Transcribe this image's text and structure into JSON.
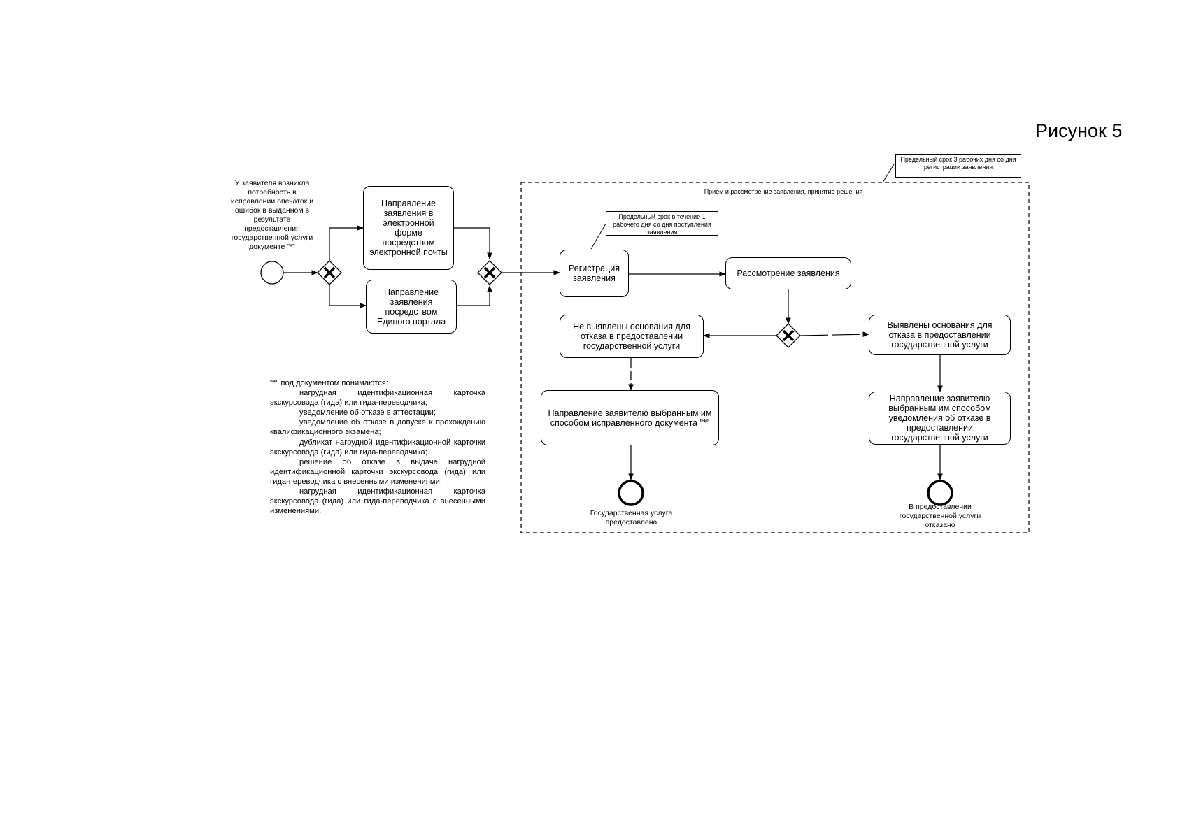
{
  "figure_label": "Рисунок 5",
  "start_event_label": "У заявителя возникла потребность в исправлении опечаток и ошибок в выданном в результате предоставления государственной услуги документе \"*\"",
  "tasks": {
    "email": "Направление заявления в электронной форме посредством электронной почты",
    "portal": "Направление заявления посредством Единого портала",
    "registration": "Регистрация заявления",
    "review": "Рассмотрение заявления",
    "no_grounds": "Не выявлены основания для отказа в предоставлении государственной услуги",
    "grounds": "Выявлены основания для отказа в предоставлении государственной услуги",
    "send_corrected": "Направление заявителю выбранным им способом исправленного документа \"*\"",
    "send_refusal": "Направление заявителю выбранным им способом уведомления об отказе в предоставлении государственной услуги"
  },
  "notes": {
    "lane_deadline": "Предельный срок 3 рабочих дня со дня регистрации заявления",
    "registration_deadline": "Предельный срок в течение 1 рабочего дня со дня поступления заявления"
  },
  "lane_title": "Прием и рассмотрение заявления, принятие решения",
  "end_events": {
    "provided": "Государственная услуга предоставлена",
    "refused": "В предоставлении государственной услуги отказано"
  },
  "footnote": {
    "intro": "\"*\" под документом понимаются:",
    "items": [
      "нагрудная идентификационная карточка экскурсовода (гида) или гида-переводчика;",
      "уведомление об отказе в аттестации;",
      "уведомление об отказе в допуске к прохождению квалификационного экзамена;",
      "дубликат нагрудной идентификационной карточки экскурсовода (гида) или гида-переводчика;",
      "решение об отказе в выдаче нагрудной идентификационной карточки экскурсовода (гида) или гида-переводчика с внесенными изменениями;",
      "нагрудная идентификационная карточка экскурсовода (гида) или гида-переводчика с внесенными изменениями."
    ]
  },
  "colors": {
    "stroke": "#000000",
    "background": "#ffffff"
  }
}
